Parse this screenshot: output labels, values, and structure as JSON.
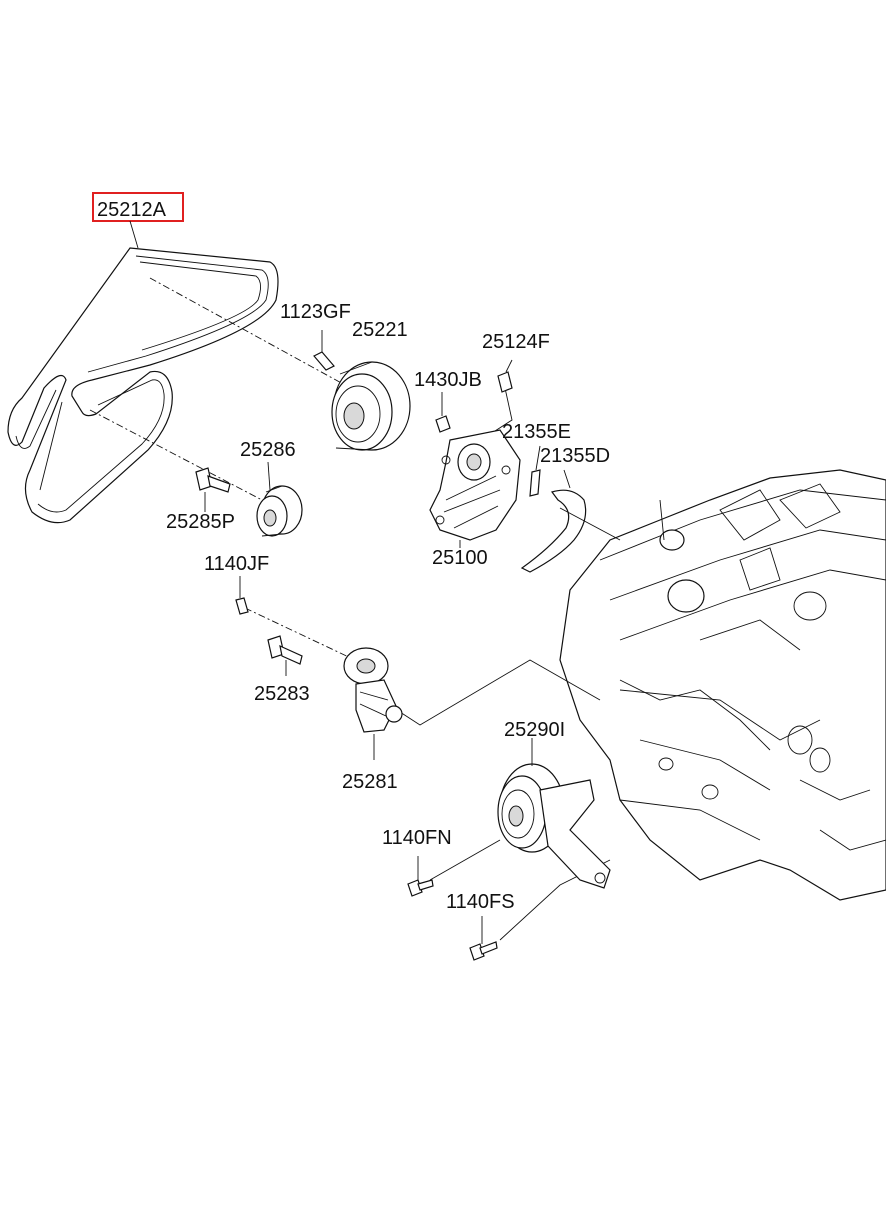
{
  "highlight_color": "#e02020",
  "labels": {
    "belt": "25212A",
    "bolt_idler": "1123GF",
    "pulley_idler": "25221",
    "bolt_pump_a": "25124F",
    "bolt_pump_b": "1430JB",
    "gasket_e": "21355E",
    "gasket_d": "21355D",
    "roller": "25286",
    "bolt_roller": "25285P",
    "water_pump": "25100",
    "bolt_tensioner_a": "1140JF",
    "bolt_tensioner_b": "25283",
    "tensioner": "25281",
    "pulley_bracket": "25290I",
    "bolt_bracket_a": "1140FN",
    "bolt_bracket_b": "1140FS"
  }
}
